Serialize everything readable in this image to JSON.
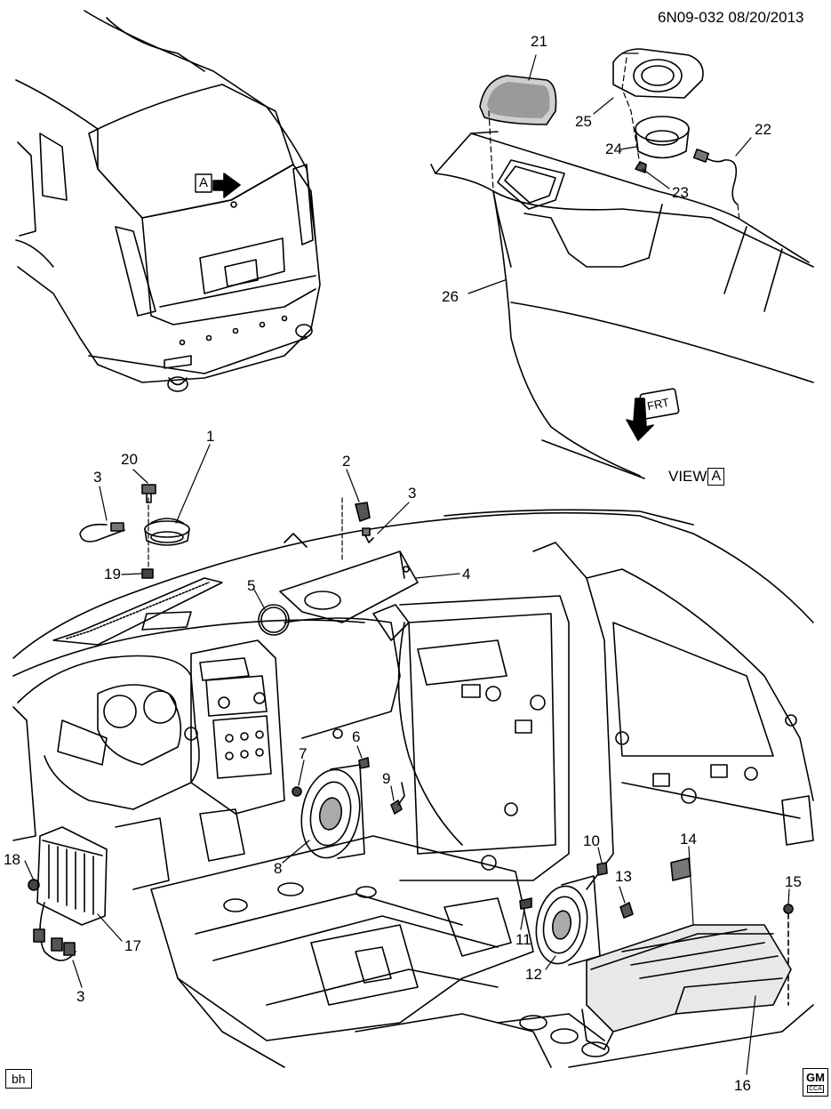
{
  "header": {
    "code": "6N09-032",
    "date": "08/20/2013"
  },
  "view_label": {
    "text": "VIEW",
    "ref": "A"
  },
  "view_arrow_letter": "A",
  "frt_label": "FRT",
  "badge": "bh",
  "logo": {
    "gm": "GM",
    "cca": "CCA"
  },
  "callouts": {
    "c1": "1",
    "c2": "2",
    "c3a": "3",
    "c3b": "3",
    "c3c": "3",
    "c4": "4",
    "c5": "5",
    "c6": "6",
    "c7": "7",
    "c8": "8",
    "c9": "9",
    "c10": "10",
    "c11": "11",
    "c12": "12",
    "c13": "13",
    "c14": "14",
    "c15": "15",
    "c16": "16",
    "c17": "17",
    "c18": "18",
    "c19": "19",
    "c20": "20",
    "c21": "21",
    "c22": "22",
    "c23": "23",
    "c24": "24",
    "c25": "25",
    "c26": "26"
  }
}
